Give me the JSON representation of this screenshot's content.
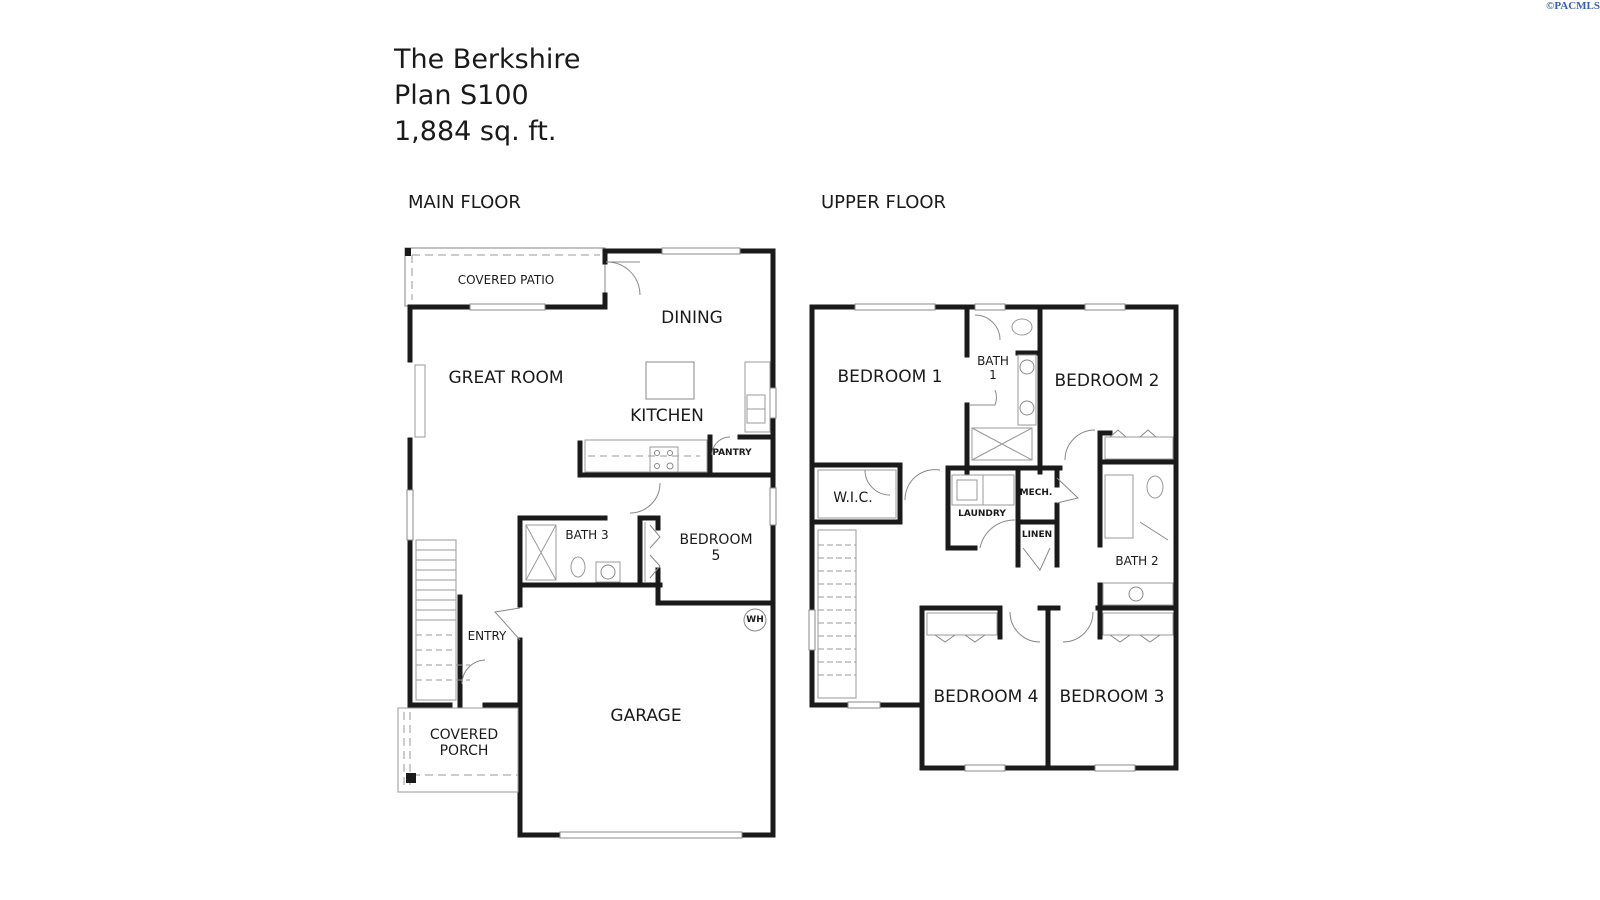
{
  "copyright": "©PACMLS",
  "plan": {
    "name": "The Berkshire",
    "plan_number": "Plan S100",
    "area": "1,884 sq. ft."
  },
  "floors": {
    "main": {
      "label": "MAIN FLOOR",
      "rooms": {
        "covered_patio": "COVERED PATIO",
        "dining": "DINING",
        "great_room": "GREAT ROOM",
        "kitchen": "KITCHEN",
        "pantry": "PANTRY",
        "bath3": "BATH 3",
        "bedroom5_line1": "BEDROOM",
        "bedroom5_line2": "5",
        "water_heater": "WH",
        "entry": "ENTRY",
        "garage": "GARAGE",
        "covered_porch_line1": "COVERED",
        "covered_porch_line2": "PORCH"
      }
    },
    "upper": {
      "label": "UPPER FLOOR",
      "rooms": {
        "bedroom1": "BEDROOM 1",
        "bath1_line1": "BATH",
        "bath1_line2": "1",
        "bedroom2": "BEDROOM 2",
        "wic": "W.I.C.",
        "laundry": "LAUNDRY",
        "mech": "MECH.",
        "linen": "LINEN",
        "bath2": "BATH 2",
        "bedroom4": "BEDROOM 4",
        "bedroom3": "BEDROOM 3"
      }
    }
  },
  "colors": {
    "wall": "#1a1a1a",
    "fixture": "#8a8a8a",
    "copyright": "#3a5fb0"
  }
}
